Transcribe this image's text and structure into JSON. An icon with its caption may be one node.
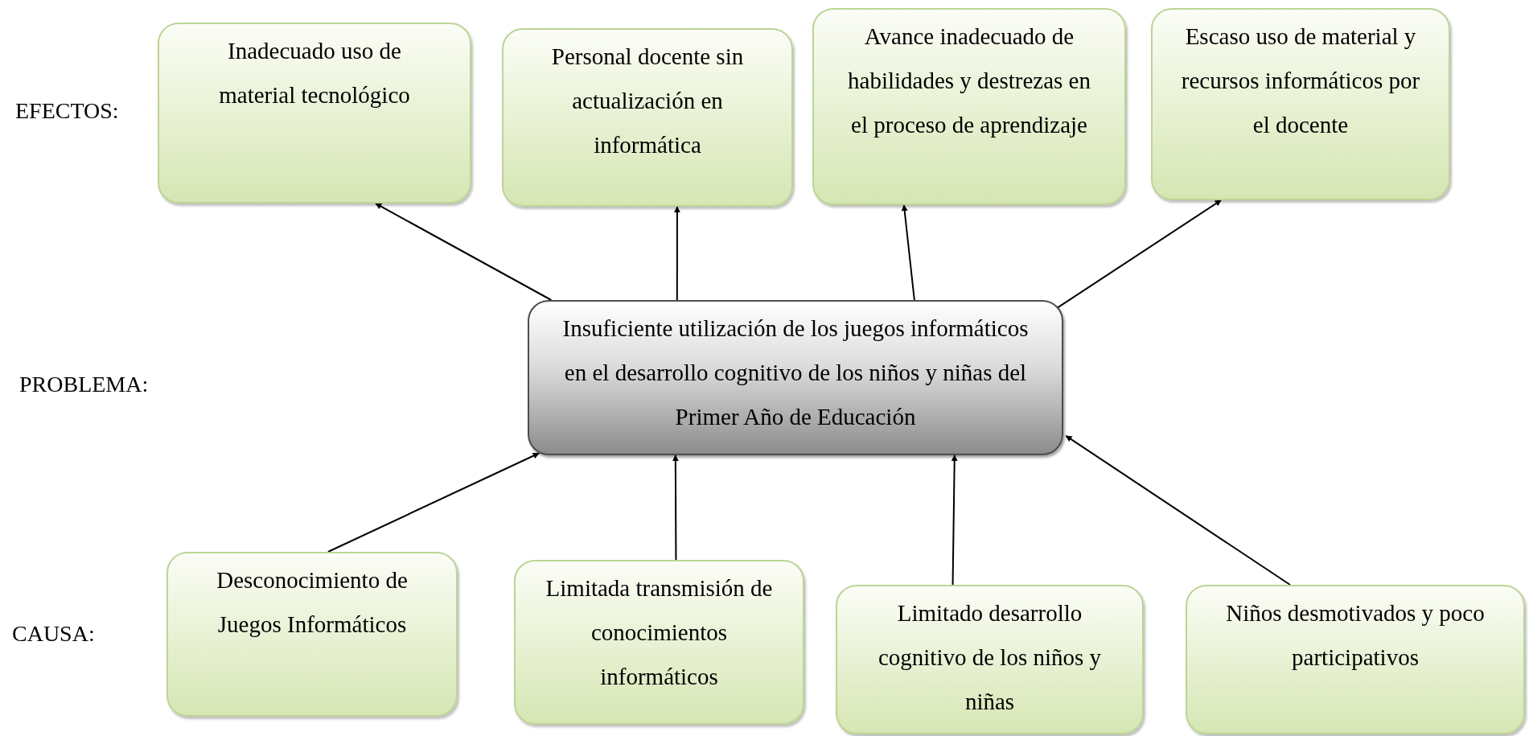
{
  "diagram": {
    "nodes": [
      {
        "text": [
          "Inadecuado uso de material tecnológico"
        ]
      },
      {
        "text": [
          "Personal docente sin actualización en informática"
        ]
      },
      {
        "text": [
          "Avance inadecuado de habilidades y destrezas en el proceso de aprendizaje"
        ]
      },
      {
        "text": [
          "Escaso uso de material y recursos informáticos por el docente"
        ]
      },
      {
        "text": [
          "Insuficiente utilización de los juegos informáticos en el desarrollo cognitivo de los niños y niñas del Primer Año de Educación"
        ]
      },
      {
        "text": [
          "Desconocimiento de Juegos Informáticos"
        ]
      },
      {
        "text": [
          "Limitada transmisión de conocimientos informáticos"
        ]
      },
      {
        "text": [
          "Limitado desarrollo cognitivo de los niños y niñas"
        ]
      },
      {
        "text": [
          "Niños desmotivados y poco participativos"
        ]
      }
    ],
    "edges": [
      {
        "from": 4,
        "to": 0,
        "arrow": "to"
      },
      {
        "from": 4,
        "to": 1,
        "arrow": "to"
      },
      {
        "from": 4,
        "to": 2,
        "arrow": "to"
      },
      {
        "from": 4,
        "to": 3,
        "arrow": "to"
      },
      {
        "from": 5,
        "to": 4,
        "arrow": "to"
      },
      {
        "from": 6,
        "to": 4,
        "arrow": "to"
      },
      {
        "from": 7,
        "to": 4,
        "arrow": "to"
      },
      {
        "from": 8,
        "to": 4,
        "arrow": "to"
      }
    ],
    "labels": [
      "EFECTOS:",
      "PROBLEMA:",
      "CAUSA:"
    ]
  }
}
